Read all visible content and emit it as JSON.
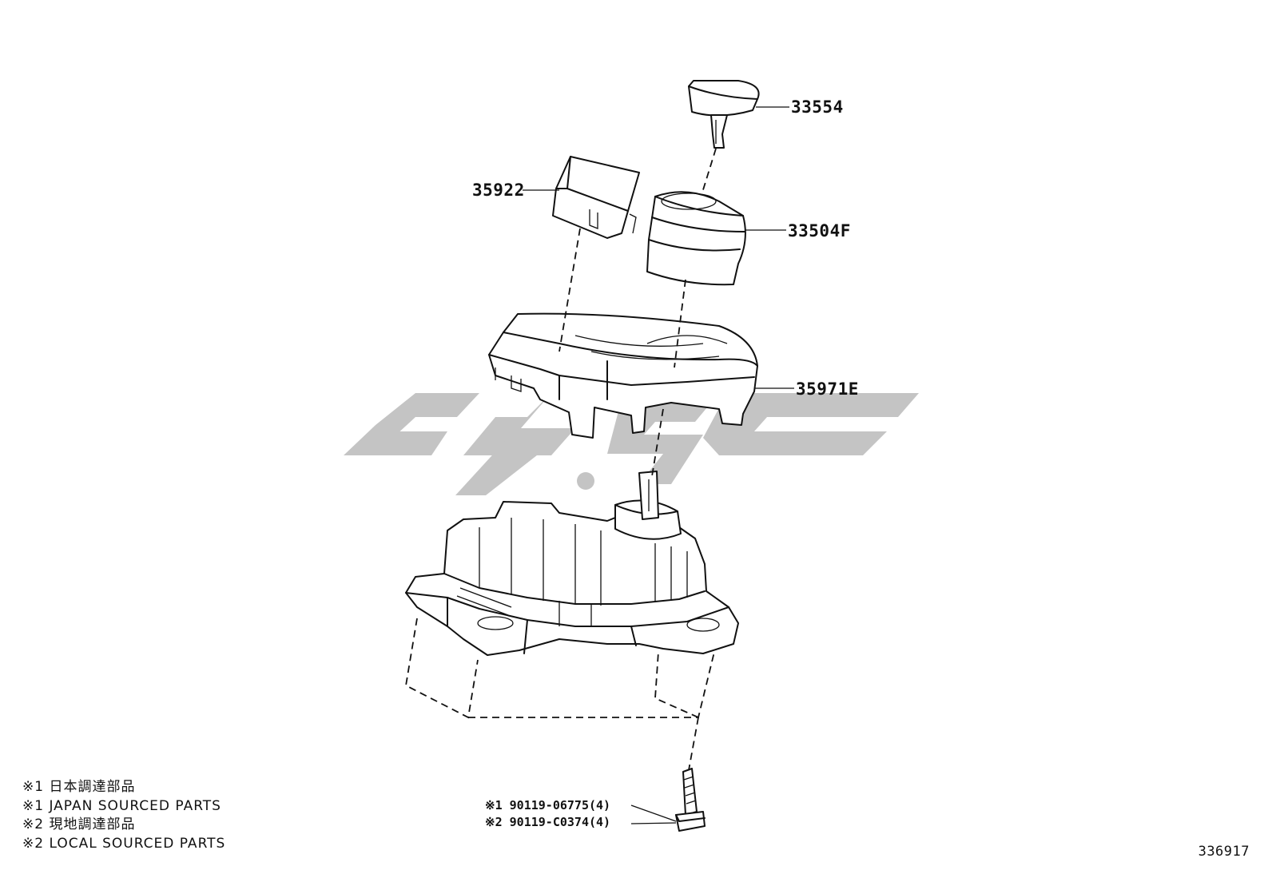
{
  "parts": {
    "knob": "33554",
    "switch_module": "35922",
    "shift_boot": "33504F",
    "indicator_housing": "35971E",
    "bolt_japan": "90119-06775(4)",
    "bolt_local": "90119-C0374(4)"
  },
  "bolt_prefix_1": "※1",
  "bolt_prefix_2": "※2",
  "legend": [
    "※1 日本調達部品",
    "※1 JAPAN SOURCED PARTS",
    "※2 現地調達部品",
    "※2 LOCAL SOURCED PARTS"
  ],
  "reference_number": "336917",
  "watermark_color": "#c4c4c4"
}
